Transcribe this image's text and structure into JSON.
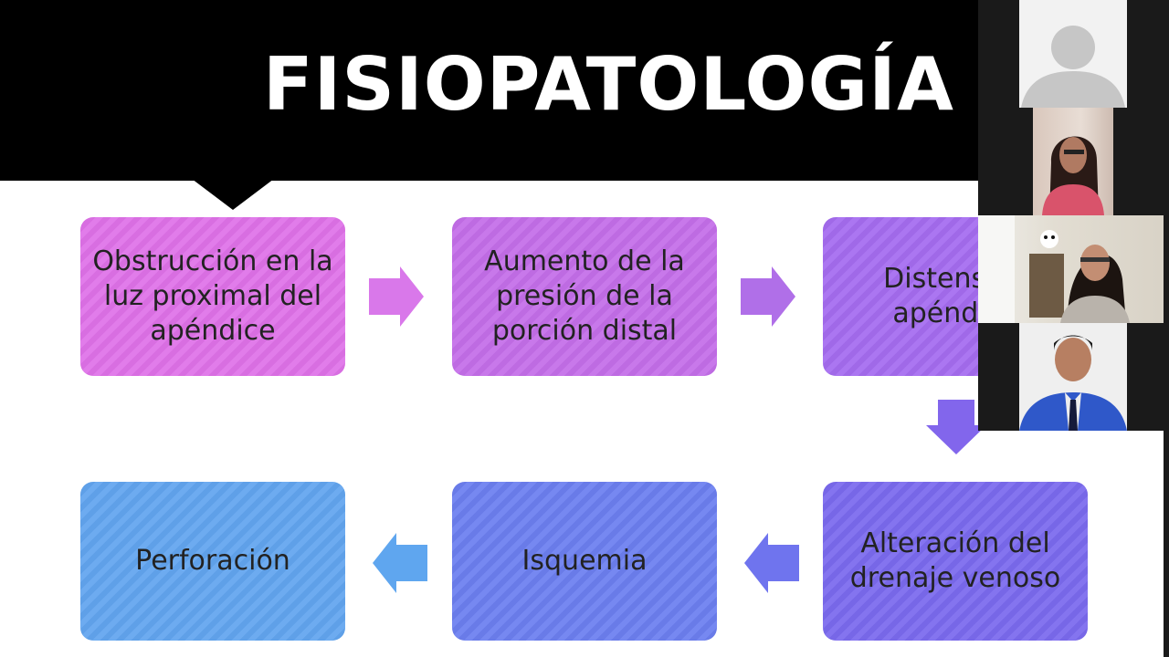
{
  "slide": {
    "title": "FISIOPATOLOGÍA",
    "steps": [
      {
        "label": "Obstrucción en la luz proximal del apéndice",
        "color": "#df72e8"
      },
      {
        "label": "Aumento de la presión de la porción distal",
        "color": "#c46ee9"
      },
      {
        "label": "Distensión apéndice",
        "color": "#a56cf0"
      },
      {
        "label": "Alteración del drenaje venoso",
        "color": "#7b6aee"
      },
      {
        "label": "Isquemia",
        "color": "#6c7ff0"
      },
      {
        "label": "Perforación",
        "color": "#62a5ef"
      }
    ],
    "arrow_colors": [
      "#d978ea",
      "#b06fe8",
      "#8266ec",
      "#6f74ee",
      "#5fa6ef"
    ]
  },
  "call": {
    "participants": [
      {
        "kind": "placeholder-avatar"
      },
      {
        "kind": "video"
      },
      {
        "kind": "video"
      },
      {
        "kind": "video"
      }
    ]
  }
}
